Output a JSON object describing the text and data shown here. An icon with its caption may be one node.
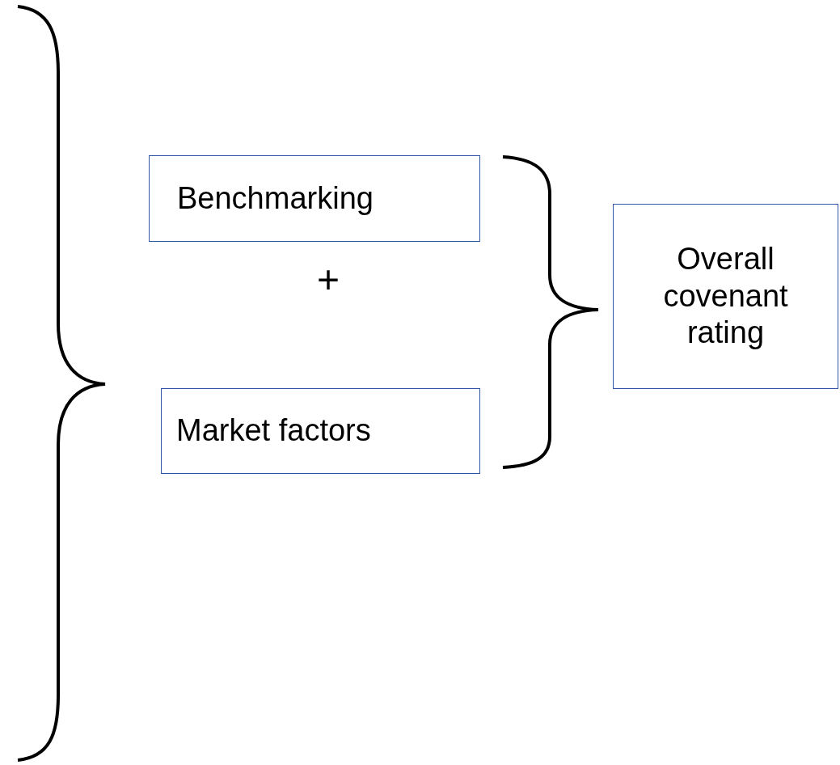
{
  "diagram": {
    "nodes": [
      {
        "text": [
          "Benchmarking"
        ]
      },
      {
        "text": [
          "Market factors"
        ]
      },
      {
        "text": [
          "Overall covenant rating"
        ]
      }
    ],
    "edges": [],
    "labels": [
      "+"
    ]
  }
}
